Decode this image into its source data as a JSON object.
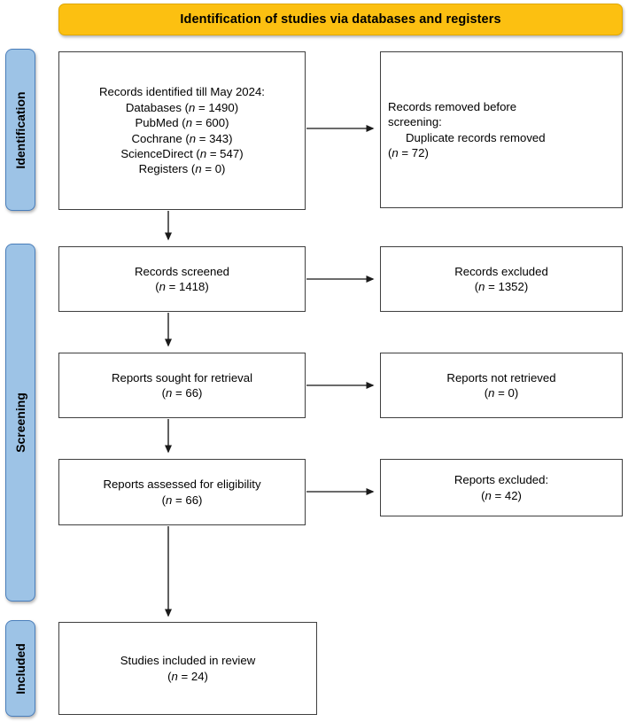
{
  "diagram": {
    "type": "prisma-flow-diagram",
    "banner": {
      "title": "Identification of studies via databases and registers",
      "color": "#fcc011"
    },
    "stages": [
      {
        "label": "Identification",
        "color": "#9dc3e6"
      },
      {
        "label": "Screening",
        "color": "#9dc3e6"
      },
      {
        "label": "Included",
        "color": "#9dc3e6"
      }
    ],
    "boxes": {
      "identified": {
        "lines": [
          "Records identified till May 2024:",
          "Databases (n = 1490)",
          "PubMed (n = 600)",
          "Cochrane (n = 343)",
          "ScienceDirect (n = 547)",
          "Registers (n = 0)"
        ],
        "title": "Records identified till May 2024:",
        "l1": "Databases (",
        "l1n": "n",
        "l1v": " = 1490)",
        "l2": "PubMed (",
        "l2n": "n",
        "l2v": " = 600)",
        "l3": "Cochrane (",
        "l3n": "n",
        "l3v": " = 343)",
        "l4": "ScienceDirect (",
        "l4n": "n",
        "l4v": " = 547)",
        "l5": "Registers (",
        "l5n": "n",
        "l5v": " = 0)"
      },
      "removed": {
        "line1": "Records removed before",
        "line2": "screening:",
        "line3": "Duplicate records removed",
        "count_open": "(",
        "count_n": "n",
        "count_val": " = 72)"
      },
      "screened": {
        "label": "Records screened",
        "count_open": "(",
        "count_n": "n",
        "count_val": " = 1418)"
      },
      "excluded_screened": {
        "label": "Records excluded",
        "count_open": "(",
        "count_n": "n",
        "count_val": " = 1352)"
      },
      "sought": {
        "label": "Reports sought for retrieval",
        "count_open": "(",
        "count_n": "n",
        "count_val": " = 66)"
      },
      "not_retrieved": {
        "label": "Reports not retrieved",
        "count_open": "(",
        "count_n": "n",
        "count_val": " = 0)"
      },
      "assessed": {
        "label": "Reports assessed for eligibility",
        "count_open": "(",
        "count_n": "n",
        "count_val": " = 66)"
      },
      "excluded_assessed": {
        "label": "Reports excluded:",
        "count_open": "(",
        "count_n": "n",
        "count_val": " = 42)"
      },
      "included": {
        "label": "Studies included in review",
        "count_open": "(",
        "count_n": "n",
        "count_val": " = 24)"
      }
    }
  }
}
